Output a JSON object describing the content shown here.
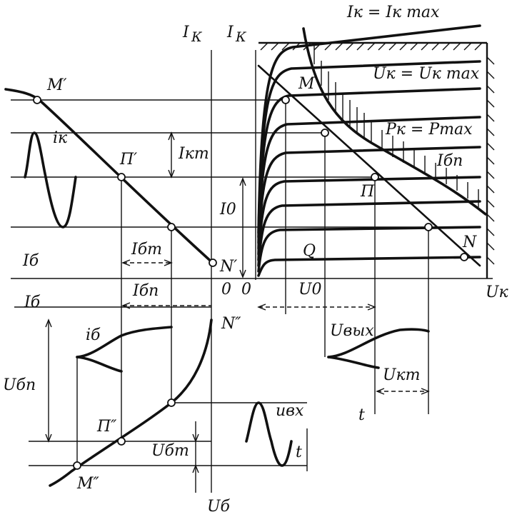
{
  "labels": {
    "ik_axis_left": "I",
    "ik_axis_left_sub": "К",
    "ik_axis_right": "I",
    "ik_axis_right_sub": "К",
    "ik_max": "Iк = Iк max",
    "uk_max": "Uк = Uк max",
    "pk_max": "Pк = Pmax",
    "ib_n": "Iбп",
    "point_M": "M",
    "point_P": "П",
    "point_N": "N",
    "point_Q": "Q",
    "point_M1": "M′",
    "point_P1": "П′",
    "point_N1": "N′",
    "point_N2": "N″",
    "point_P2": "П″",
    "point_M2": "M″",
    "i_k": "iк",
    "i_km": "Iкm",
    "i_0": "I0",
    "i_bm": "Iбm",
    "i_b_axis": "Iб",
    "i_bn": "Iбп",
    "i_b_lower": "Iб",
    "i_b_small": "iб",
    "u_bn": "Uбп",
    "u_bm": "Uбm",
    "u_b_axis": "Uб",
    "u_vx": "uвх",
    "t_left": "t",
    "zero_left": "0",
    "zero_right": "0",
    "u_0": "U0",
    "u_k_axis": "Uк",
    "u_vyx": "Uвых",
    "u_km": "Uкm",
    "t_right": "t"
  }
}
